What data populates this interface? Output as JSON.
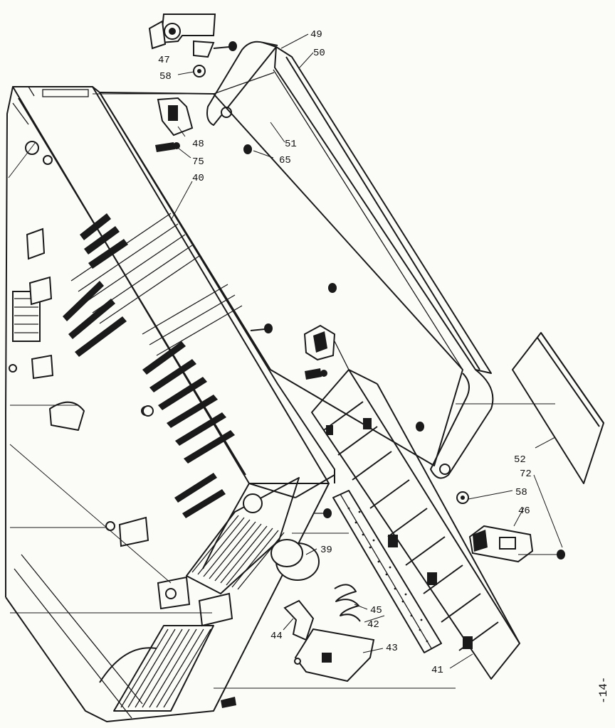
{
  "diagram": {
    "callouts": [
      {
        "id": "p47",
        "text": "47"
      },
      {
        "id": "p49",
        "text": "49"
      },
      {
        "id": "p50",
        "text": "50"
      },
      {
        "id": "p58a",
        "text": "58"
      },
      {
        "id": "p48",
        "text": "48"
      },
      {
        "id": "p51",
        "text": "51"
      },
      {
        "id": "p75",
        "text": "75"
      },
      {
        "id": "p65",
        "text": "65"
      },
      {
        "id": "p40",
        "text": "40"
      },
      {
        "id": "p52",
        "text": "52"
      },
      {
        "id": "p72",
        "text": "72"
      },
      {
        "id": "p58b",
        "text": "58"
      },
      {
        "id": "p46",
        "text": "46"
      },
      {
        "id": "p39",
        "text": "39"
      },
      {
        "id": "p45",
        "text": "45"
      },
      {
        "id": "p42",
        "text": "42"
      },
      {
        "id": "p44",
        "text": "44"
      },
      {
        "id": "p43",
        "text": "43"
      },
      {
        "id": "p41",
        "text": "41"
      }
    ],
    "page_number": "-14-"
  }
}
